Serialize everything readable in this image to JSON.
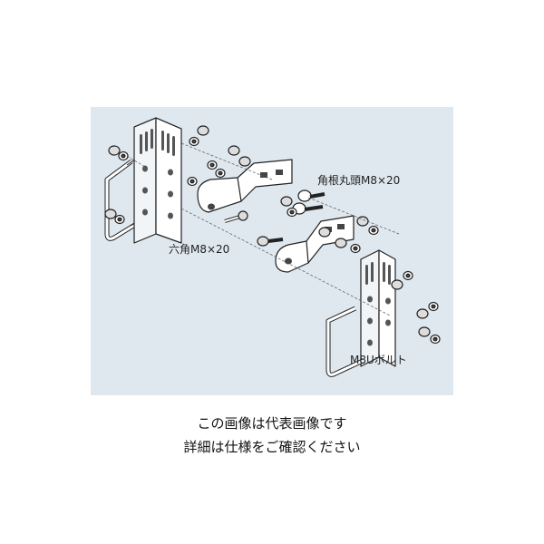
{
  "diagram": {
    "labels": {
      "carriage_bolt": "角根丸頭M8×20",
      "hex_bolt": "六角M8×20",
      "u_bolt": "M8Uボルト"
    }
  },
  "caption": {
    "line1": "この画像は代表画像です",
    "line2": "詳細は仕様をご確認ください"
  },
  "colors": {
    "panel_background": "#dfe8ef",
    "metal_fill": "#ffffff",
    "line": "#222222"
  }
}
